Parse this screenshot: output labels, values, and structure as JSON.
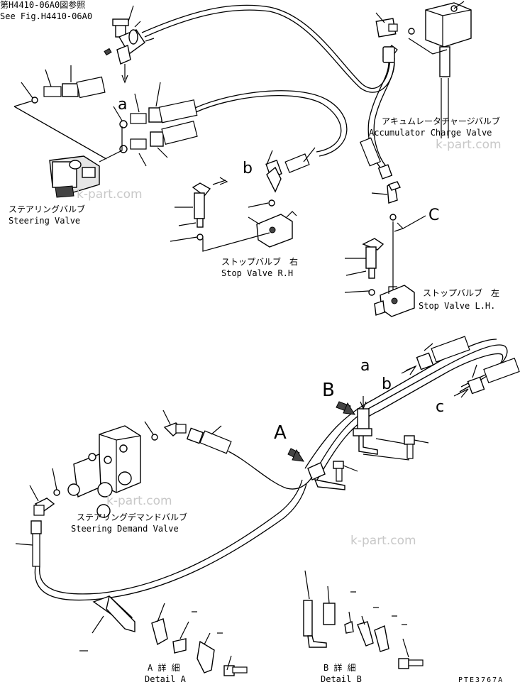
{
  "reference": {
    "jp": "第H4410-06A0図参照",
    "en": "See Fig.H4410-06A0"
  },
  "components": {
    "accumulator_charge_valve": {
      "jp": "アキュムレータチャージバルブ",
      "en": "Accumulator Charge Valve"
    },
    "steering_valve": {
      "jp": "ステアリングバルブ",
      "en": "Steering Valve"
    },
    "stop_valve_rh": {
      "jp": "ストップバルブ　右",
      "en": "Stop Valve R.H"
    },
    "stop_valve_lh": {
      "jp": "ストップバルブ　左",
      "en": "Stop Valve L.H."
    },
    "steering_demand_valve": {
      "jp": "ステアリングデマンドバルブ",
      "en": "Steering Demand Valve"
    }
  },
  "markers": {
    "a_lower": "a",
    "b_upper": "b",
    "c_upper": "C",
    "a_right": "a",
    "b_right": "b",
    "c_right": "c",
    "A": "A",
    "B": "B"
  },
  "details": {
    "a": {
      "jp": "A 詳 細",
      "en": "Detail A"
    },
    "b": {
      "jp": "B 詳 細",
      "en": "Detail B"
    }
  },
  "drawing_number": "PTE3767A",
  "watermark": "k-part.com"
}
